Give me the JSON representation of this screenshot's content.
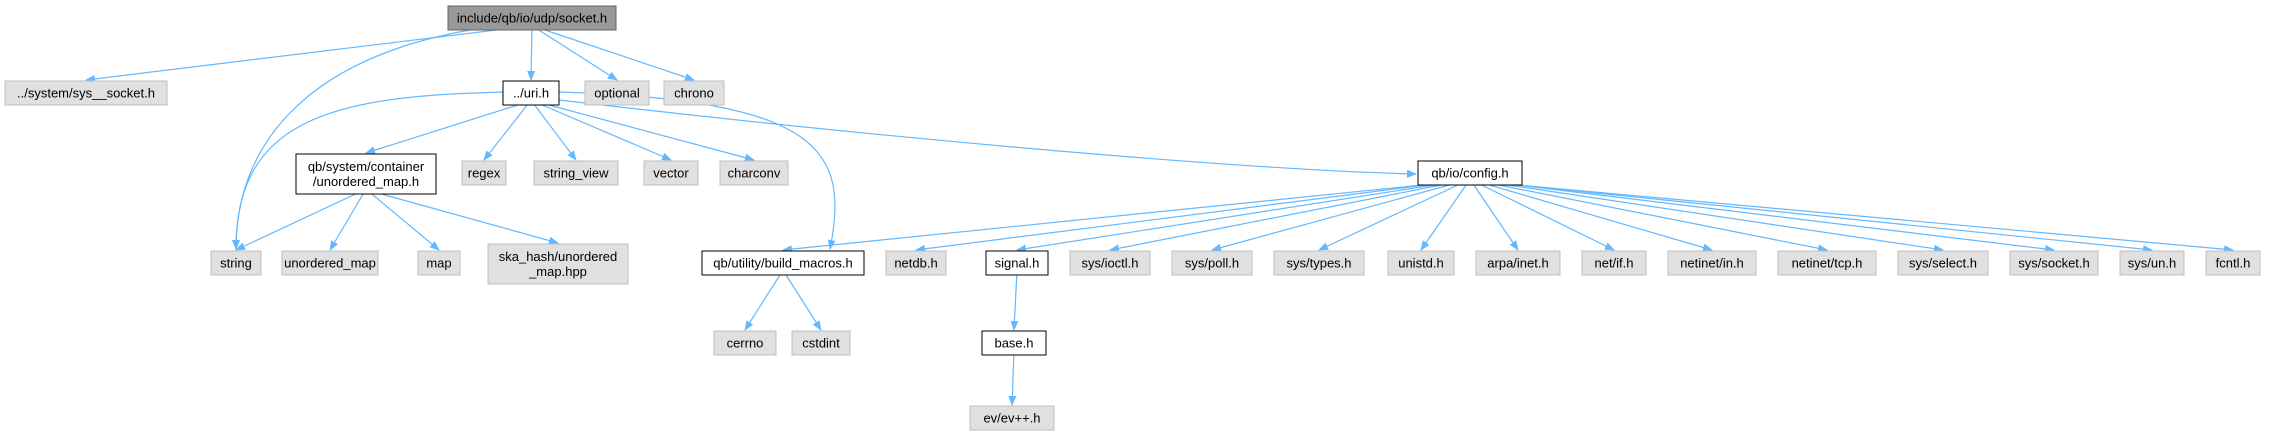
{
  "colors": {
    "edge": "#63b8ff",
    "root_fill": "#999999",
    "root_stroke": "#666666",
    "documented_fill": "#ffffff",
    "documented_stroke": "#000000",
    "external_fill": "#e0e0e0",
    "external_stroke": "#bfbfbf",
    "background": "#ffffff"
  },
  "nodes": [
    {
      "id": "socket",
      "label": [
        "include/qb/io/udp/socket.h"
      ],
      "kind": "root"
    },
    {
      "id": "sys_socket",
      "label": [
        "../system/sys__socket.h"
      ],
      "kind": "external"
    },
    {
      "id": "uri",
      "label": [
        "../uri.h"
      ],
      "kind": "documented"
    },
    {
      "id": "optional",
      "label": [
        "optional"
      ],
      "kind": "external"
    },
    {
      "id": "chrono",
      "label": [
        "chrono"
      ],
      "kind": "external"
    },
    {
      "id": "string",
      "label": [
        "string"
      ],
      "kind": "external"
    },
    {
      "id": "unordered_map_h",
      "label": [
        "qb/system/container",
        "/unordered_map.h"
      ],
      "kind": "documented"
    },
    {
      "id": "regex",
      "label": [
        "regex"
      ],
      "kind": "external"
    },
    {
      "id": "string_view",
      "label": [
        "string_view"
      ],
      "kind": "external"
    },
    {
      "id": "vector",
      "label": [
        "vector"
      ],
      "kind": "external"
    },
    {
      "id": "charconv",
      "label": [
        "charconv"
      ],
      "kind": "external"
    },
    {
      "id": "config",
      "label": [
        "qb/io/config.h"
      ],
      "kind": "documented"
    },
    {
      "id": "build_macros",
      "label": [
        "qb/utility/build_macros.h"
      ],
      "kind": "documented"
    },
    {
      "id": "unordered_map",
      "label": [
        "unordered_map"
      ],
      "kind": "external"
    },
    {
      "id": "map",
      "label": [
        "map"
      ],
      "kind": "external"
    },
    {
      "id": "ska_hash",
      "label": [
        "ska_hash/unordered",
        "_map.hpp"
      ],
      "kind": "external"
    },
    {
      "id": "netdb",
      "label": [
        "netdb.h"
      ],
      "kind": "external"
    },
    {
      "id": "signal",
      "label": [
        "signal.h"
      ],
      "kind": "documented"
    },
    {
      "id": "ioctl",
      "label": [
        "sys/ioctl.h"
      ],
      "kind": "external"
    },
    {
      "id": "poll",
      "label": [
        "sys/poll.h"
      ],
      "kind": "external"
    },
    {
      "id": "types",
      "label": [
        "sys/types.h"
      ],
      "kind": "external"
    },
    {
      "id": "unistd",
      "label": [
        "unistd.h"
      ],
      "kind": "external"
    },
    {
      "id": "inet",
      "label": [
        "arpa/inet.h"
      ],
      "kind": "external"
    },
    {
      "id": "netif",
      "label": [
        "net/if.h"
      ],
      "kind": "external"
    },
    {
      "id": "netin",
      "label": [
        "netinet/in.h"
      ],
      "kind": "external"
    },
    {
      "id": "nettcp",
      "label": [
        "netinet/tcp.h"
      ],
      "kind": "external"
    },
    {
      "id": "select",
      "label": [
        "sys/select.h"
      ],
      "kind": "external"
    },
    {
      "id": "syssocket",
      "label": [
        "sys/socket.h"
      ],
      "kind": "external"
    },
    {
      "id": "un",
      "label": [
        "sys/un.h"
      ],
      "kind": "external"
    },
    {
      "id": "fcntl",
      "label": [
        "fcntl.h"
      ],
      "kind": "external"
    },
    {
      "id": "cerrno",
      "label": [
        "cerrno"
      ],
      "kind": "external"
    },
    {
      "id": "cstdint",
      "label": [
        "cstdint"
      ],
      "kind": "external"
    },
    {
      "id": "base",
      "label": [
        "base.h"
      ],
      "kind": "documented"
    },
    {
      "id": "ev",
      "label": [
        "ev/ev++.h"
      ],
      "kind": "external"
    }
  ],
  "edges": [
    [
      "socket",
      "sys_socket"
    ],
    [
      "socket",
      "uri"
    ],
    [
      "socket",
      "optional"
    ],
    [
      "socket",
      "chrono"
    ],
    [
      "socket",
      "string"
    ],
    [
      "uri",
      "string"
    ],
    [
      "uri",
      "unordered_map_h"
    ],
    [
      "uri",
      "regex"
    ],
    [
      "uri",
      "string_view"
    ],
    [
      "uri",
      "vector"
    ],
    [
      "uri",
      "charconv"
    ],
    [
      "uri",
      "config"
    ],
    [
      "uri",
      "build_macros"
    ],
    [
      "unordered_map_h",
      "string"
    ],
    [
      "unordered_map_h",
      "unordered_map"
    ],
    [
      "unordered_map_h",
      "map"
    ],
    [
      "unordered_map_h",
      "ska_hash"
    ],
    [
      "config",
      "build_macros"
    ],
    [
      "config",
      "netdb"
    ],
    [
      "config",
      "signal"
    ],
    [
      "config",
      "ioctl"
    ],
    [
      "config",
      "poll"
    ],
    [
      "config",
      "types"
    ],
    [
      "config",
      "unistd"
    ],
    [
      "config",
      "inet"
    ],
    [
      "config",
      "netif"
    ],
    [
      "config",
      "netin"
    ],
    [
      "config",
      "nettcp"
    ],
    [
      "config",
      "select"
    ],
    [
      "config",
      "syssocket"
    ],
    [
      "config",
      "un"
    ],
    [
      "config",
      "fcntl"
    ],
    [
      "build_macros",
      "cerrno"
    ],
    [
      "build_macros",
      "cstdint"
    ],
    [
      "signal",
      "base"
    ],
    [
      "base",
      "ev"
    ]
  ]
}
